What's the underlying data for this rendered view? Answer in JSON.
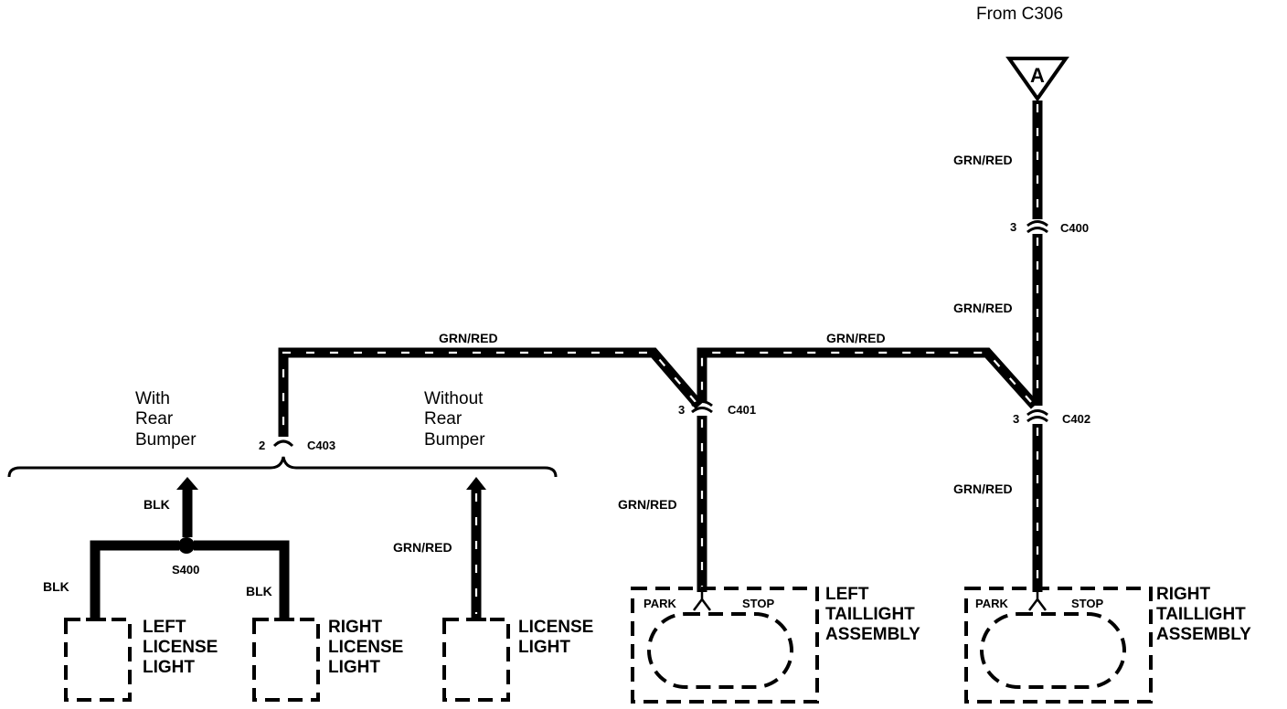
{
  "source": {
    "label": "From C306",
    "connector_letter": "A"
  },
  "wires": {
    "top": "GRN/RED",
    "c400_to_c402": "GRN/RED",
    "horiz_left": "GRN/RED",
    "horiz_right": "GRN/RED",
    "c401_down": "GRN/RED",
    "c402_down": "GRN/RED",
    "license_no_bumper": "GRN/RED",
    "blk_up": "BLK",
    "blk_left": "BLK",
    "blk_right": "BLK"
  },
  "connectors": {
    "c400": {
      "name": "C400",
      "pin": "3"
    },
    "c401": {
      "name": "C401",
      "pin": "3"
    },
    "c402": {
      "name": "C402",
      "pin": "3"
    },
    "c403": {
      "name": "C403",
      "pin": "2"
    }
  },
  "splice": {
    "name": "S400"
  },
  "options": {
    "with": [
      "With",
      "Rear",
      "Bumper"
    ],
    "without": [
      "Without",
      "Rear",
      "Bumper"
    ]
  },
  "components": {
    "left_license": [
      "LEFT",
      "LICENSE",
      "LIGHT"
    ],
    "right_license": [
      "RIGHT",
      "LICENSE",
      "LIGHT"
    ],
    "license": [
      "LICENSE",
      "LIGHT"
    ],
    "left_taillight": [
      "LEFT",
      "TAILLIGHT",
      "ASSEMBLY"
    ],
    "right_taillight": [
      "RIGHT",
      "TAILLIGHT",
      "ASSEMBLY"
    ]
  },
  "lamp_terminals": {
    "park": "PARK",
    "stop": "STOP"
  }
}
